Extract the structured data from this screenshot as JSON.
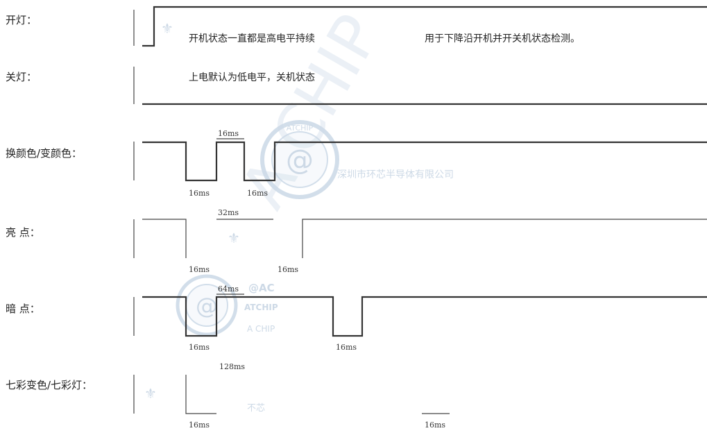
{
  "rows": {
    "on": {
      "label": "开灯："
    },
    "off": {
      "label": "关灯："
    },
    "color_change": {
      "label": "换颜色/变颜色："
    },
    "brighten": {
      "label": "亮  点："
    },
    "dim": {
      "label": "暗  点："
    },
    "seven_color": {
      "label": "七彩变色/七彩灯："
    }
  },
  "notes": {
    "on_desc": "开机状态一直都是高电平持续",
    "on_note": "用于下降沿开机并开关机状态检测。",
    "off_desc": "上电默认为低电平，关机状态"
  },
  "timing": {
    "cc_pulse": "16ms",
    "cc_low1": "16ms",
    "cc_low2": "16ms",
    "br_span": "32ms",
    "br_low1": "16ms",
    "br_low2": "16ms",
    "dim_span": "64ms",
    "dim_low1": "16ms",
    "dim_low2": "16ms",
    "sc_span": "128ms",
    "sc_low1": "16ms",
    "sc_low2": "16ms"
  },
  "watermark": {
    "company": "深圳市环芯半导体有限公司",
    "brand_a": "@AC",
    "brand_b": "ATCHIP",
    "brand_c": "A CHIP",
    "small": "不芯",
    "seal_text": "ATCHIP",
    "seal_mark": "@"
  },
  "colors": {
    "line": "#333333",
    "watermark": "#6f93b8"
  }
}
